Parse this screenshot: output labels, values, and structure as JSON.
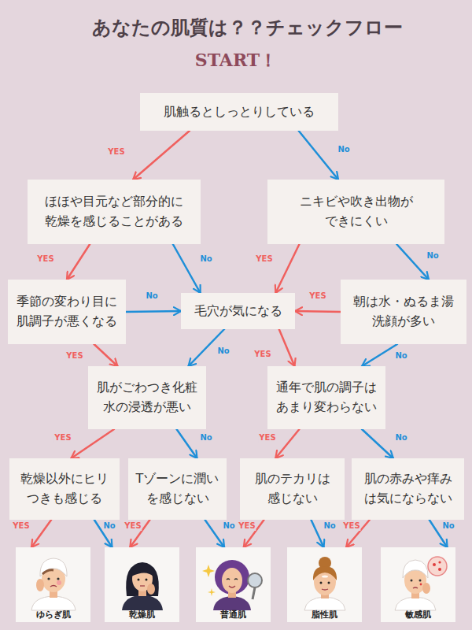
{
  "diagram": {
    "title": "あなたの肌質は？？チェックフロー",
    "nodes": [
      {
        "text": [
          "肌触るとしっとりしている"
        ]
      },
      {
        "text": [
          "ほほや目元など部分的に 乾燥を感じることがある"
        ]
      },
      {
        "text": [
          "ニキビや吹き出物が できにくい"
        ]
      },
      {
        "text": [
          "季節の変わり目に 肌調子が悪くなる"
        ]
      },
      {
        "text": [
          "毛穴が気になる"
        ]
      },
      {
        "text": [
          "朝は水・ぬるま湯 洗顔が多い"
        ]
      },
      {
        "text": [
          "肌がごわつき化粧 水の浸透が悪い"
        ]
      },
      {
        "text": [
          "通年で肌の調子は あまり変わらない"
        ]
      },
      {
        "text": [
          "乾燥以外にヒリ つきも感じる"
        ]
      },
      {
        "text": [
          "Tゾーンに潤い を感じない"
        ]
      },
      {
        "text": [
          "肌のテカリは 感じない"
        ]
      },
      {
        "text": [
          "肌の赤みや痒み は気にならない"
        ]
      },
      {
        "text": [
          "ゆらぎ肌"
        ]
      },
      {
        "text": [
          "乾燥肌"
        ]
      },
      {
        "text": [
          "普通肌"
        ]
      },
      {
        "text": [
          "脂性肌"
        ]
      },
      {
        "text": [
          "敏感肌"
        ]
      }
    ],
    "edges": [
      {
        "from": 0,
        "to": 1,
        "label": "YES",
        "arrow": "to"
      },
      {
        "from": 0,
        "to": 2,
        "label": "No",
        "arrow": "to"
      },
      {
        "from": 1,
        "to": 3,
        "label": "YES",
        "arrow": "to"
      },
      {
        "from": 1,
        "to": 4,
        "label": "No",
        "arrow": "to"
      },
      {
        "from": 2,
        "to": 4,
        "label": "YES",
        "arrow": "to"
      },
      {
        "from": 2,
        "to": 5,
        "label": "No",
        "arrow": "to"
      },
      {
        "from": 3,
        "to": 4,
        "label": "No",
        "arrow": "to"
      },
      {
        "from": 3,
        "to": 6,
        "label": "YES",
        "arrow": "to"
      },
      {
        "from": 4,
        "to": 6,
        "label": "No",
        "arrow": "to"
      },
      {
        "from": 4,
        "to": 7,
        "label": "YES",
        "arrow": "to"
      },
      {
        "from": 5,
        "to": 4,
        "label": "YES",
        "arrow": "to"
      },
      {
        "from": 5,
        "to": 7,
        "label": "No",
        "arrow": "to"
      },
      {
        "from": 6,
        "to": 8,
        "label": "YES",
        "arrow": "to"
      },
      {
        "from": 6,
        "to": 9,
        "label": "No",
        "arrow": "to"
      },
      {
        "from": 7,
        "to": 10,
        "label": "YES",
        "arrow": "to"
      },
      {
        "from": 7,
        "to": 11,
        "label": "No",
        "arrow": "to"
      },
      {
        "from": 8,
        "to": 12,
        "label": "YES",
        "arrow": "to"
      },
      {
        "from": 8,
        "to": 13,
        "label": "No",
        "arrow": "to"
      },
      {
        "from": 9,
        "to": 13,
        "label": "YES",
        "arrow": "to"
      },
      {
        "from": 9,
        "to": 14,
        "label": "No",
        "arrow": "to"
      },
      {
        "from": 10,
        "to": 14,
        "label": "YES",
        "arrow": "to"
      },
      {
        "from": 10,
        "to": 15,
        "label": "No",
        "arrow": "to"
      },
      {
        "from": 11,
        "to": 15,
        "label": "YES",
        "arrow": "to"
      },
      {
        "from": 11,
        "to": 16,
        "label": "No",
        "arrow": "to"
      }
    ],
    "labels": [
      "START！"
    ]
  }
}
